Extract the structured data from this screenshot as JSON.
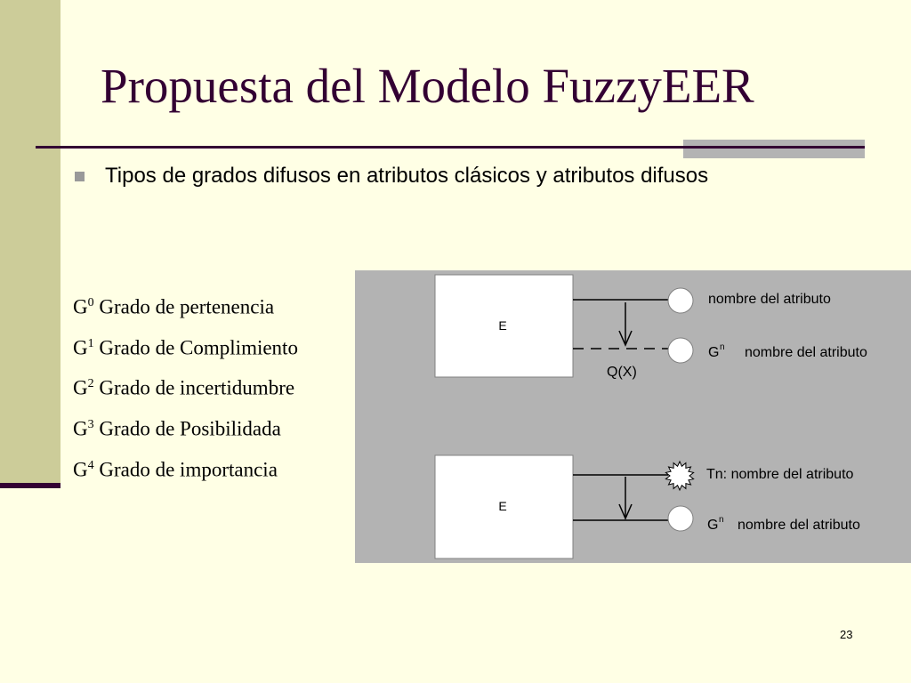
{
  "slide": {
    "title": "Propuesta del Modelo FuzzyEER",
    "bullet": "Tipos de grados difusos en atributos clásicos y atributos difusos",
    "page_number": "23"
  },
  "grades": [
    {
      "letter": "G",
      "sup": "0",
      "label": "Grado de pertenencia"
    },
    {
      "letter": "G",
      "sup": "1",
      "label": "Grado de Complimiento"
    },
    {
      "letter": "G",
      "sup": "2",
      "label": "Grado de incertidumbre"
    },
    {
      "letter": "G",
      "sup": "3",
      "label": "Grado de Posibilidada"
    },
    {
      "letter": "G",
      "sup": "4",
      "label": "Grado de importancia"
    }
  ],
  "diagram": {
    "top": {
      "entity": "E",
      "attr1": "nombre del atributo",
      "attr2_prefix": "G",
      "attr2_sup": "n",
      "attr2": "nombre del atributo",
      "q_label": "Q(X)"
    },
    "bottom": {
      "entity": "E",
      "attr1": "Tn: nombre del atributo",
      "attr2_prefix": "G",
      "attr2_sup": "n",
      "attr2": "nombre del atributo"
    }
  },
  "colors": {
    "background": "#FFFFE5",
    "band": "#CCCC99",
    "accent": "#330033",
    "diagram_bg": "#B3B3B3"
  }
}
